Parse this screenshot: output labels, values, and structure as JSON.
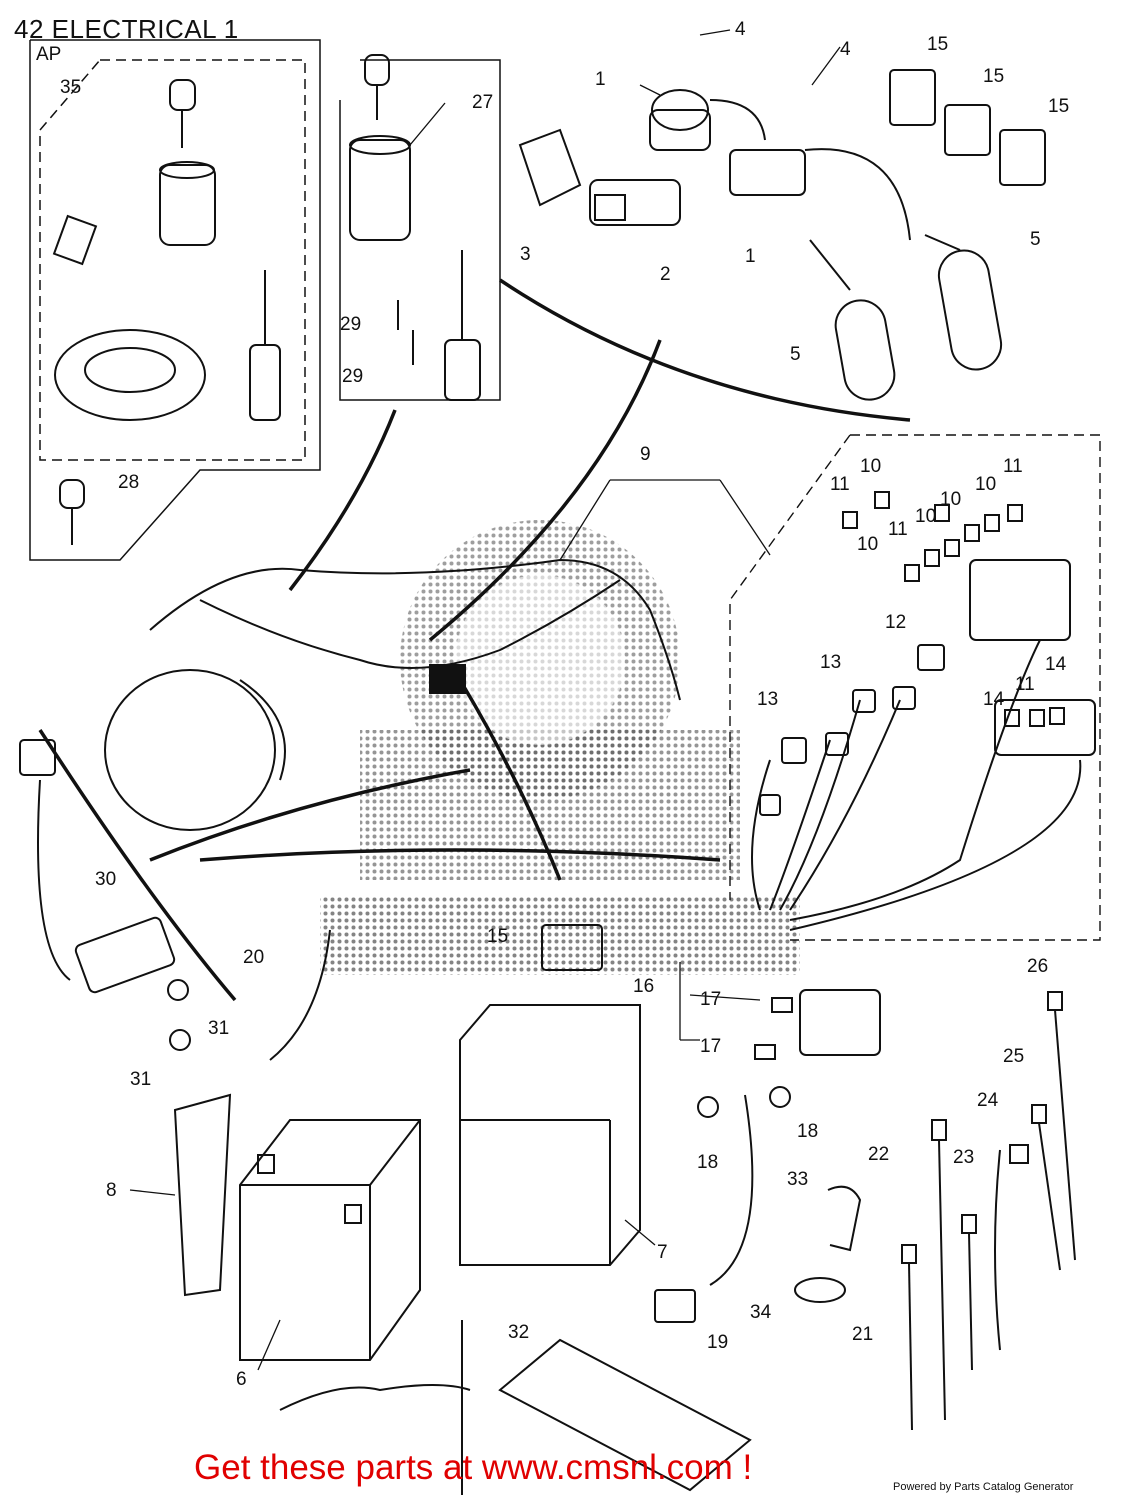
{
  "page": {
    "title": "42 ELECTRICAL 1",
    "promo": "Get these parts at www.cmsnl.com !",
    "powered_by": "Powered by Parts Catalog Generator"
  },
  "diagram": {
    "group_label": "AP",
    "callouts": [
      "1",
      "1",
      "2",
      "3",
      "4",
      "4",
      "5",
      "5",
      "6",
      "7",
      "8",
      "9",
      "10",
      "10",
      "10",
      "10",
      "10",
      "11",
      "11",
      "11",
      "11",
      "12",
      "13",
      "13",
      "14",
      "14",
      "15",
      "15",
      "15",
      "15",
      "16",
      "17",
      "17",
      "18",
      "18",
      "19",
      "20",
      "21",
      "22",
      "23",
      "24",
      "25",
      "26",
      "27",
      "28",
      "29",
      "29",
      "30",
      "31",
      "31",
      "32",
      "33",
      "34",
      "35"
    ]
  }
}
